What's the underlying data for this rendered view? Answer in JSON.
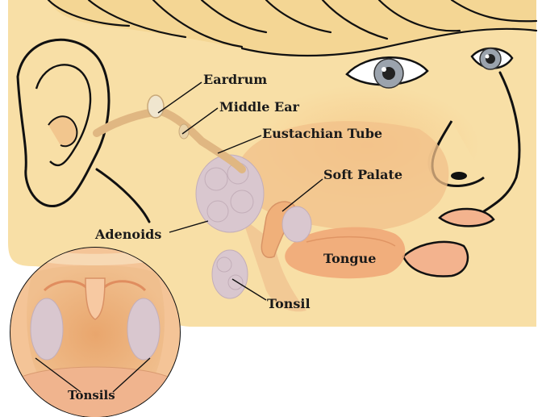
{
  "labels": {
    "eardrum": "Eardrum",
    "middle_ear": "Middle Ear",
    "eustachian_tube": "Eustachian Tube",
    "soft_palate": "Soft Palate",
    "adenoids": "Adenoids",
    "tongue": "Tongue",
    "tonsil": "Tonsil",
    "tonsils": "Tonsils"
  },
  "colors": {
    "skin": "#f8dfa6",
    "hair": "#f4d694",
    "outline": "#111111",
    "tissue": "#d9c7cf",
    "mouth_interior": "#f2c08a",
    "lips": "#f3b38e",
    "eye_iris": "#9ba3ad"
  }
}
